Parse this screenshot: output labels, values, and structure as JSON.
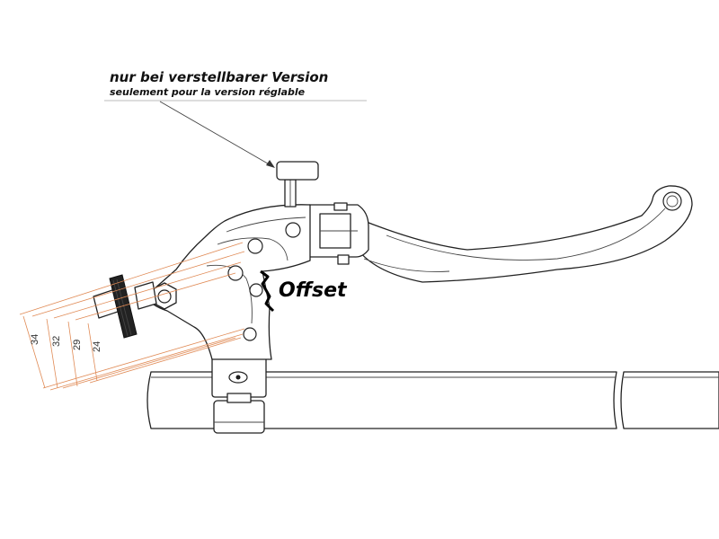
{
  "note": {
    "line_de": "nur bei verstellbarer Version",
    "line_fr": "seulement pour la version réglable"
  },
  "offset_label": "Offset",
  "dimensions": [
    "34",
    "32",
    "29",
    "24"
  ]
}
